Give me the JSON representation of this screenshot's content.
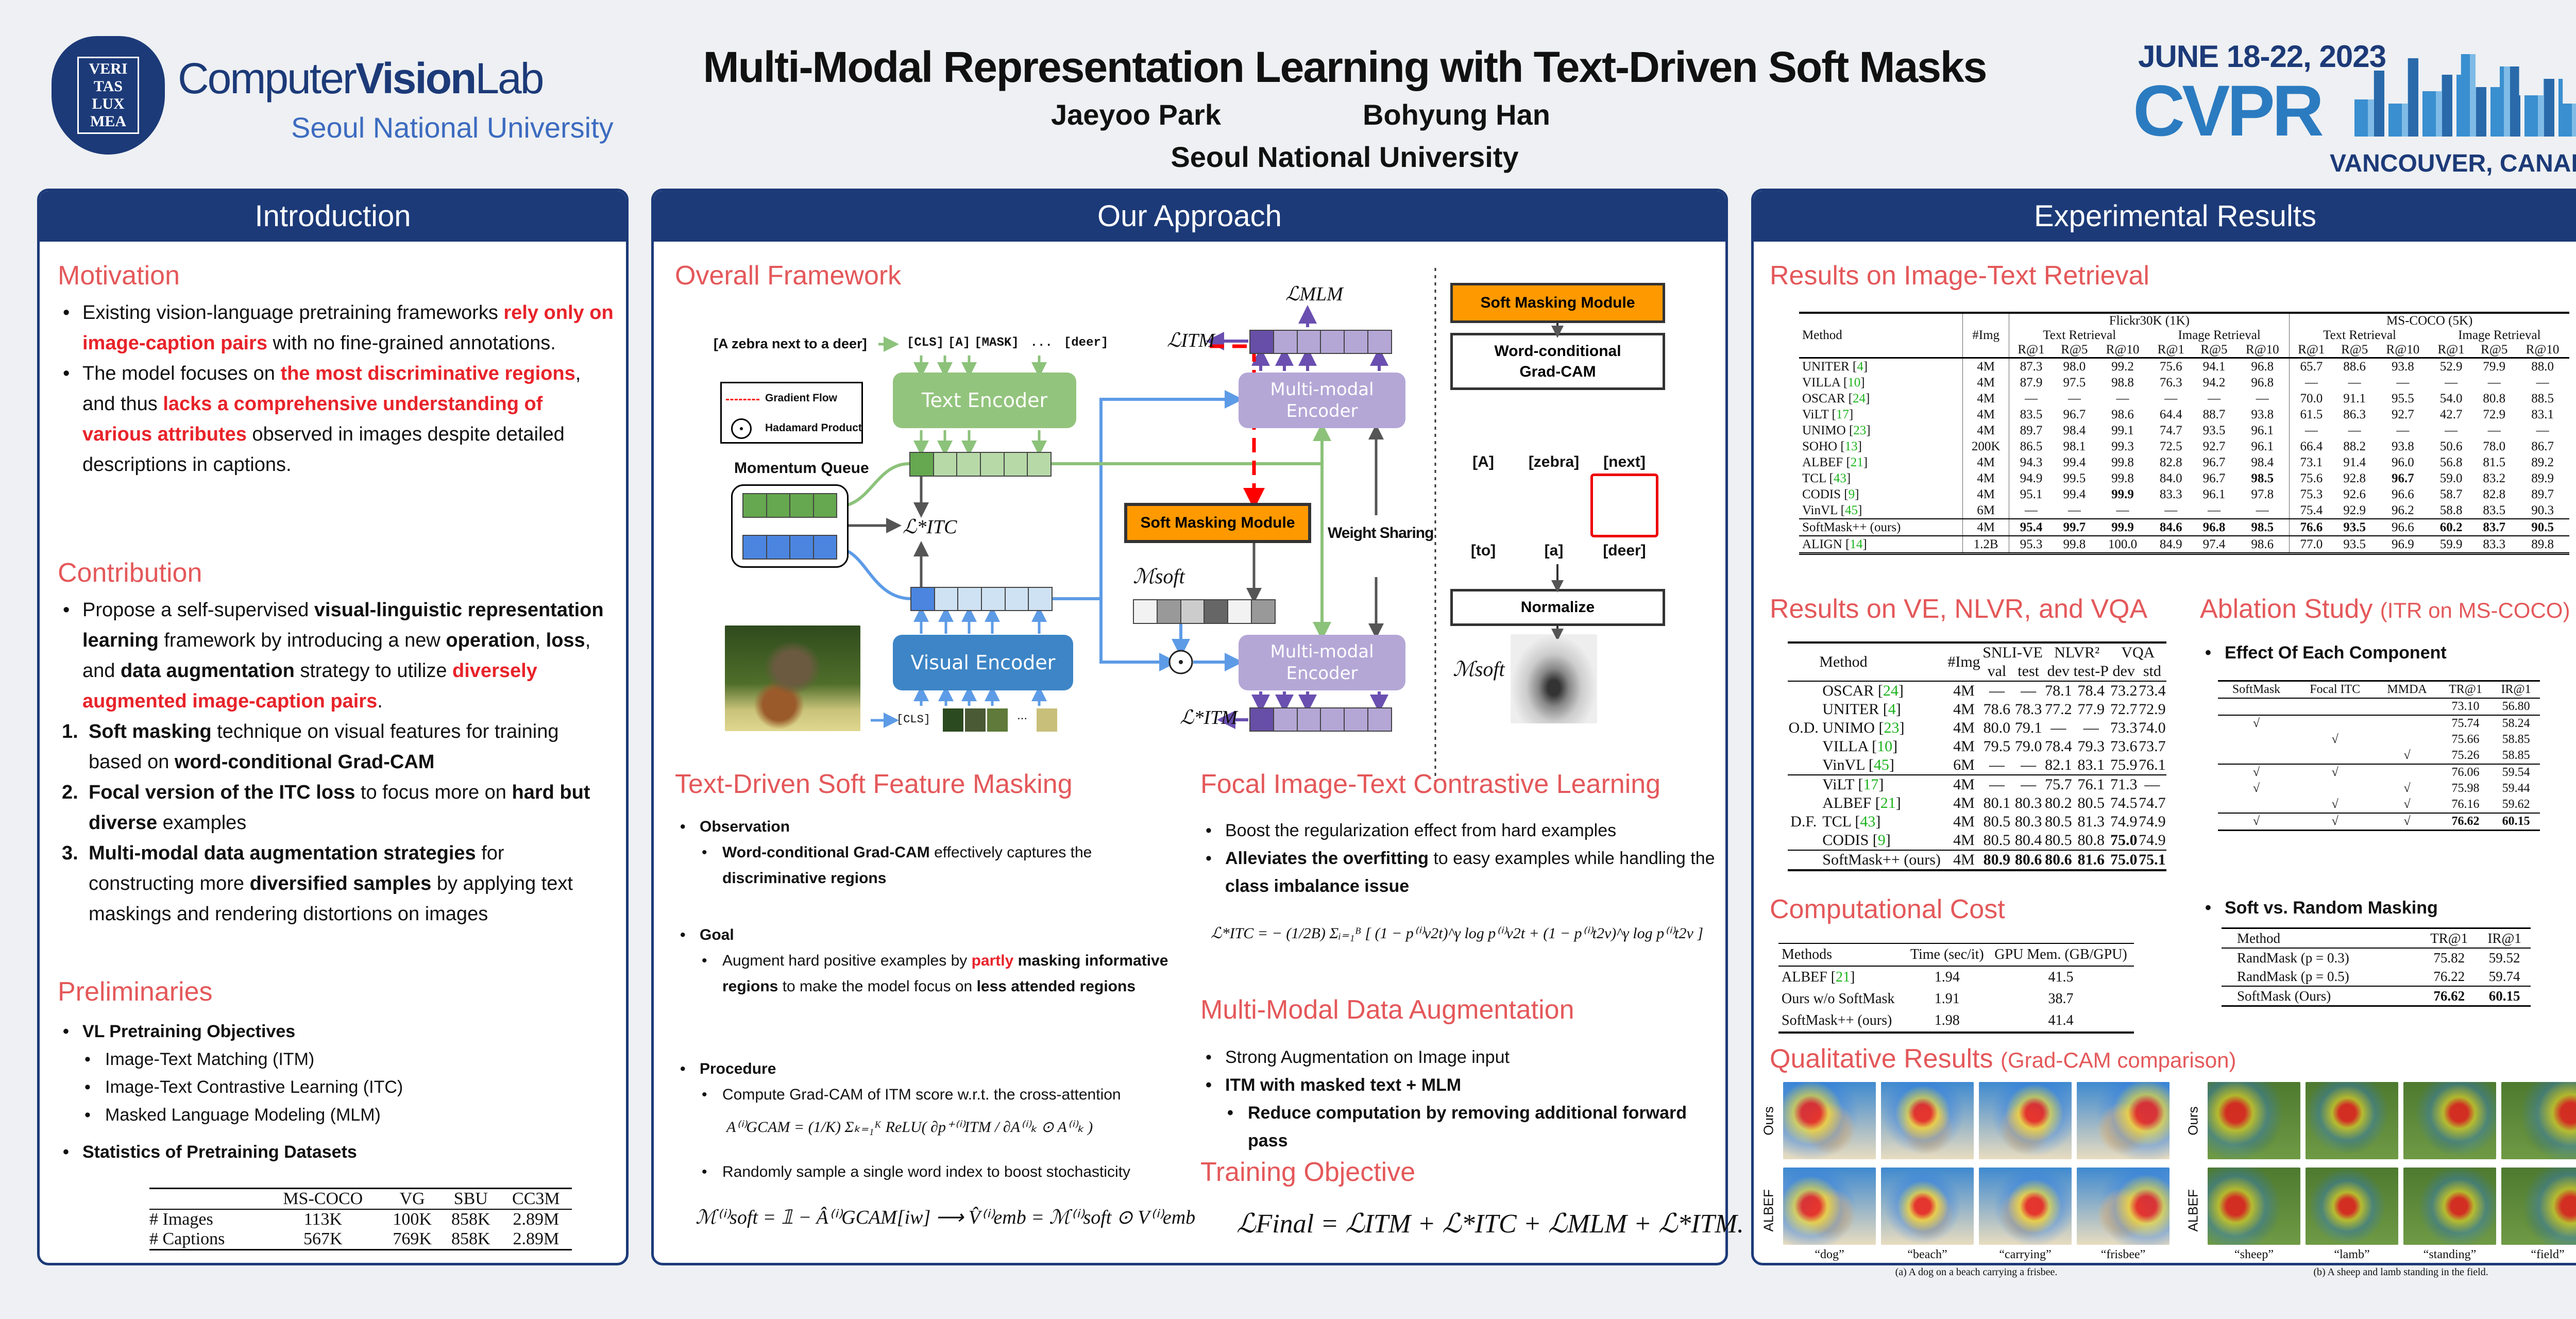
{
  "header": {
    "lab_name_part1": "Computer",
    "lab_name_part2": "Vision",
    "lab_name_part3": "Lab",
    "lab_university": "Seoul National University",
    "seal_text": "VERI TAS LUX MEA",
    "title": "Multi-Modal Representation Learning with Text-Driven Soft Masks",
    "author1": "Jaeyoo Park",
    "author2": "Bohyung Han",
    "affiliation": "Seoul National University",
    "conf_dates": "JUNE 18-22, 2023",
    "conf_name": "CVPR",
    "conf_location": "VANCOUVER, CANADA"
  },
  "intro": {
    "title": "Introduction",
    "motivation_title": "Motivation",
    "motivation": [
      [
        {
          "t": "Existing vision-language pretraining frameworks "
        },
        {
          "t": "rely only on image-caption pairs",
          "s": "red"
        },
        {
          "t": " with no fine-grained annotations."
        }
      ],
      [
        {
          "t": "The model focuses on "
        },
        {
          "t": "the most discriminative regions",
          "s": "red"
        },
        {
          "t": ", and thus "
        },
        {
          "t": "lacks a comprehensive understanding of various attributes",
          "s": "red"
        },
        {
          "t": " observed in images despite detailed descriptions in captions."
        }
      ]
    ],
    "contribution_title": "Contribution",
    "contribution": [
      [
        {
          "t": "Propose a self-supervised "
        },
        {
          "t": "visual-linguistic representation learning",
          "s": "bold"
        },
        {
          "t": " framework by introducing a new "
        },
        {
          "t": "operation",
          "s": "bold"
        },
        {
          "t": ", "
        },
        {
          "t": "loss",
          "s": "bold"
        },
        {
          "t": ", and "
        },
        {
          "t": "data augmentation",
          "s": "bold"
        },
        {
          "t": " strategy to utilize "
        },
        {
          "t": "diversely augmented image-caption pairs",
          "s": "red"
        },
        {
          "t": "."
        }
      ]
    ],
    "contribution_numbered": [
      {
        "n": "1.",
        "segs": [
          {
            "t": "Soft masking",
            "s": "bold"
          },
          {
            "t": " technique on visual features for training based on "
          },
          {
            "t": "word-conditional Grad-CAM",
            "s": "bold"
          }
        ]
      },
      {
        "n": "2.",
        "segs": [
          {
            "t": "Focal version of the ITC loss",
            "s": "bold"
          },
          {
            "t": " to focus more on "
          },
          {
            "t": "hard but diverse",
            "s": "bold"
          },
          {
            "t": " examples"
          }
        ]
      },
      {
        "n": "3.",
        "segs": [
          {
            "t": "Multi-modal data augmentation strategies",
            "s": "bold"
          },
          {
            "t": " for constructing more "
          },
          {
            "t": "diversified samples",
            "s": "bold"
          },
          {
            "t": " by applying text maskings and rendering distortions on images"
          }
        ]
      }
    ],
    "preliminaries_title": "Preliminaries",
    "vl_objectives_label": "VL Pretraining Objectives",
    "vl_objectives": [
      "Image-Text Matching (ITM)",
      "Image-Text Contrastive Learning (ITC)",
      "Masked Language Modeling (MLM)"
    ],
    "stats_label": "Statistics of Pretraining Datasets",
    "stats_table": {
      "columns": [
        "MS-COCO",
        "VG",
        "SBU",
        "CC3M"
      ],
      "rows": [
        {
          "label": "# Images",
          "cells": [
            "113K",
            "100K",
            "858K",
            "2.89M"
          ]
        },
        {
          "label": "# Captions",
          "cells": [
            "567K",
            "769K",
            "858K",
            "2.89M"
          ]
        }
      ]
    }
  },
  "approach": {
    "title": "Our Approach",
    "framework_title": "Overall Framework",
    "diagram": {
      "caption_input": "[A zebra next to a deer]",
      "tokens": [
        "[CLS]",
        "[A]",
        "[MASK]",
        "...",
        "[deer]"
      ],
      "legend_gradient": "Gradient Flow",
      "legend_hadamard": "Hadamard Product",
      "momentum_queue": "Momentum Queue",
      "text_encoder": "Text Encoder",
      "visual_encoder": "Visual Encoder",
      "mm_encoder": "Multi-modal Encoder",
      "soft_masking": "Soft Masking Module",
      "weight_sharing": "Weight Sharing",
      "loss_mlm": "ℒMLM",
      "loss_itm": "ℒITM",
      "loss_itc": "ℒ*ITC",
      "loss_itm_star": "ℒ*ITM",
      "m_soft": "ℳsoft",
      "cls_token": "[CLS]",
      "ellipsis": "...",
      "side_module": "Soft Masking Module",
      "side_gradcam": "Word-conditional Grad-CAM",
      "side_words": [
        "[A]",
        "[zebra]",
        "[next]",
        "[to]",
        "[a]",
        "[deer]"
      ],
      "side_normalize": "Normalize",
      "side_msoft": "ℳsoft"
    },
    "masking_title": "Text-Driven Soft Feature Masking",
    "observation_label": "Observation",
    "observation": [
      {
        "t": "Word-conditional Grad-CAM",
        "s": "bold"
      },
      {
        "t": " effectively captures the "
      },
      {
        "t": "discriminative regions",
        "s": "bold"
      }
    ],
    "goal_label": "Goal",
    "goal": [
      {
        "t": "Augment hard positive examples by "
      },
      {
        "t": "partly",
        "s": "red"
      },
      {
        "t": " "
      },
      {
        "t": "masking informative regions",
        "s": "bold"
      },
      {
        "t": " to make the model focus on "
      },
      {
        "t": "less attended regions",
        "s": "bold"
      }
    ],
    "procedure_label": "Procedure",
    "procedure1": "Compute Grad-CAM of ITM score w.r.t. the cross-attention",
    "formula_gcam": "A⁽ⁱ⁾GCAM = (1/K) Σₖ₌₁ᴷ ReLU( ∂p⁺⁽ⁱ⁾ITM / ∂A⁽ⁱ⁾ₖ ⊙ A⁽ⁱ⁾ₖ )",
    "procedure2": "Randomly sample a single word index to boost stochasticity",
    "formula_msoft": "ℳ⁽ⁱ⁾soft = 𝟙 − Â⁽ⁱ⁾GCAM[iw]  ⟶  V̂⁽ⁱ⁾emb = ℳ⁽ⁱ⁾soft ⊙ V⁽ⁱ⁾emb",
    "focal_title": "Focal Image-Text Contrastive Learning",
    "focal": [
      [
        {
          "t": "Boost the regularization effect from hard examples"
        }
      ],
      [
        {
          "t": "Alleviates the overfitting",
          "s": "bold"
        },
        {
          "t": " to easy examples while handling the "
        },
        {
          "t": "class imbalance issue",
          "s": "bold"
        }
      ]
    ],
    "formula_focal": "ℒ*ITC = − (1/2B) Σᵢ₌₁ᴮ [ (1 − p⁽ⁱ⁾v2t)^γ log p⁽ⁱ⁾v2t + (1 − p⁽ⁱ⁾t2v)^γ log p⁽ⁱ⁾t2v ]",
    "mmda_title": "Multi-Modal Data Augmentation",
    "mmda1": "Strong Augmentation on Image input",
    "mmda2": "ITM with masked text + MLM",
    "mmda3": "Reduce computation by removing additional forward pass",
    "objective_title": "Training Objective",
    "formula_final": "ℒFinal = ℒITM + ℒ*ITC + ℒMLM + ℒ*ITM."
  },
  "results": {
    "title": "Experimental Results",
    "retrieval_title": "Results on Image-Text Retrieval",
    "retrieval": {
      "h_method": "Method",
      "h_img": "#Img",
      "h_flickr": "Flickr30K (1K)",
      "h_coco": "MS-COCO (5K)",
      "h_tr": "Text Retrieval",
      "h_ir": "Image Retrieval",
      "h_metrics": [
        "R@1",
        "R@5",
        "R@10"
      ],
      "rows": [
        {
          "method": "UNITER",
          "ref": "4",
          "cells": [
            "4M",
            "87.3",
            "98.0",
            "99.2",
            "75.6",
            "94.1",
            "96.8",
            "65.7",
            "88.6",
            "93.8",
            "52.9",
            "79.9",
            "88.0"
          ],
          "bold": []
        },
        {
          "method": "VILLA",
          "ref": "10",
          "cells": [
            "4M",
            "87.9",
            "97.5",
            "98.8",
            "76.3",
            "94.2",
            "96.8",
            "—",
            "—",
            "—",
            "—",
            "—",
            "—"
          ],
          "bold": []
        },
        {
          "method": "OSCAR",
          "ref": "24",
          "cells": [
            "4M",
            "—",
            "—",
            "—",
            "—",
            "—",
            "—",
            "70.0",
            "91.1",
            "95.5",
            "54.0",
            "80.8",
            "88.5"
          ],
          "bold": []
        },
        {
          "method": "ViLT",
          "ref": "17",
          "cells": [
            "4M",
            "83.5",
            "96.7",
            "98.6",
            "64.4",
            "88.7",
            "93.8",
            "61.5",
            "86.3",
            "92.7",
            "42.7",
            "72.9",
            "83.1"
          ],
          "bold": []
        },
        {
          "method": "UNIMO",
          "ref": "23",
          "cells": [
            "4M",
            "89.7",
            "98.4",
            "99.1",
            "74.7",
            "93.5",
            "96.1",
            "—",
            "—",
            "—",
            "—",
            "—",
            "—"
          ],
          "bold": []
        },
        {
          "method": "SOHO",
          "ref": "13",
          "cells": [
            "200K",
            "86.5",
            "98.1",
            "99.3",
            "72.5",
            "92.7",
            "96.1",
            "66.4",
            "88.2",
            "93.8",
            "50.6",
            "78.0",
            "86.7"
          ],
          "bold": []
        },
        {
          "method": "ALBEF",
          "ref": "21",
          "cells": [
            "4M",
            "94.3",
            "99.4",
            "99.8",
            "82.8",
            "96.7",
            "98.4",
            "73.1",
            "91.4",
            "96.0",
            "56.8",
            "81.5",
            "89.2"
          ],
          "bold": []
        },
        {
          "method": "TCL",
          "ref": "43",
          "cells": [
            "4M",
            "94.9",
            "99.5",
            "99.8",
            "84.0",
            "96.7",
            "98.5",
            "75.6",
            "92.8",
            "96.7",
            "59.0",
            "83.2",
            "89.9"
          ],
          "bold": [
            6,
            9
          ]
        },
        {
          "method": "CODIS",
          "ref": "9",
          "cells": [
            "4M",
            "95.1",
            "99.4",
            "99.9",
            "83.3",
            "96.1",
            "97.8",
            "75.3",
            "92.6",
            "96.6",
            "58.7",
            "82.8",
            "89.7"
          ],
          "bold": [
            3
          ]
        },
        {
          "method": "VinVL",
          "ref": "45",
          "cells": [
            "6M",
            "—",
            "—",
            "—",
            "—",
            "—",
            "—",
            "75.4",
            "92.9",
            "96.2",
            "58.8",
            "83.5",
            "90.3"
          ],
          "bold": []
        },
        {
          "method": "SoftMask++ (ours)",
          "ref": "",
          "cells": [
            "4M",
            "95.4",
            "99.7",
            "99.9",
            "84.6",
            "96.8",
            "98.5",
            "76.6",
            "93.5",
            "96.6",
            "60.2",
            "83.7",
            "90.5"
          ],
          "bold": [
            1,
            2,
            3,
            4,
            5,
            6,
            7,
            8,
            10,
            11,
            12
          ],
          "sep": true
        },
        {
          "method": "ALIGN",
          "ref": "14",
          "cells": [
            "1.2B",
            "95.3",
            "99.8",
            "100.0",
            "84.9",
            "97.4",
            "98.6",
            "77.0",
            "93.5",
            "96.9",
            "59.9",
            "83.3",
            "89.8"
          ],
          "bold": [],
          "sep": true
        }
      ]
    },
    "ve_title": "Results on VE, NLVR, and VQA",
    "ve": {
      "h_method": "Method",
      "h_img": "#Img",
      "h_snli": "SNLI-VE",
      "h_nlvr": "NLVR²",
      "h_vqa": "VQA",
      "h_sub": [
        "val",
        "test",
        "dev",
        "test-P",
        "dev",
        "std"
      ],
      "rows": [
        {
          "group": "",
          "method": "OSCAR",
          "ref": "24",
          "cells": [
            "4M",
            "—",
            "—",
            "78.1",
            "78.4",
            "73.2",
            "73.4"
          ],
          "bold": []
        },
        {
          "group": "",
          "method": "UNITER",
          "ref": "4",
          "cells": [
            "4M",
            "78.6",
            "78.3",
            "77.2",
            "77.9",
            "72.7",
            "72.9"
          ],
          "bold": []
        },
        {
          "group": "O.D.",
          "method": "UNIMO",
          "ref": "23",
          "cells": [
            "4M",
            "80.0",
            "79.1",
            "—",
            "—",
            "73.3",
            "74.0"
          ],
          "bold": []
        },
        {
          "group": "",
          "method": "VILLA",
          "ref": "10",
          "cells": [
            "4M",
            "79.5",
            "79.0",
            "78.4",
            "79.3",
            "73.6",
            "73.7"
          ],
          "bold": []
        },
        {
          "group": "",
          "method": "VinVL",
          "ref": "45",
          "cells": [
            "6M",
            "—",
            "—",
            "82.1",
            "83.1",
            "75.9",
            "76.1"
          ],
          "bold": []
        },
        {
          "group": "",
          "method": "ViLT",
          "ref": "17",
          "cells": [
            "4M",
            "—",
            "—",
            "75.7",
            "76.1",
            "71.3",
            "—"
          ],
          "bold": [],
          "sep": true
        },
        {
          "group": "",
          "method": "ALBEF",
          "ref": "21",
          "cells": [
            "4M",
            "80.1",
            "80.3",
            "80.2",
            "80.5",
            "74.5",
            "74.7"
          ],
          "bold": []
        },
        {
          "group": "D.F.",
          "method": "TCL",
          "ref": "43",
          "cells": [
            "4M",
            "80.5",
            "80.3",
            "80.5",
            "81.3",
            "74.9",
            "74.9"
          ],
          "bold": []
        },
        {
          "group": "",
          "method": "CODIS",
          "ref": "9",
          "cells": [
            "4M",
            "80.5",
            "80.4",
            "80.5",
            "80.8",
            "75.0",
            "74.9"
          ],
          "bold": [
            5
          ]
        },
        {
          "group": "",
          "method": "SoftMask++ (ours)",
          "ref": "",
          "cells": [
            "4M",
            "80.9",
            "80.6",
            "80.6",
            "81.6",
            "75.0",
            "75.1"
          ],
          "bold": [
            1,
            2,
            3,
            4,
            5,
            6
          ],
          "sep": true
        }
      ]
    },
    "ablation_title": "Ablation Study",
    "ablation_subtitle": "(ITR on MS-COCO)",
    "effect_label": "Effect Of Each Component",
    "effect": {
      "columns": [
        "SoftMask",
        "Focal ITC",
        "MMDA",
        "TR@1",
        "IR@1"
      ],
      "check": "√",
      "rows": [
        {
          "c": [
            false,
            false,
            false
          ],
          "tr": "73.10",
          "ir": "56.80",
          "bold": false,
          "sep": false
        },
        {
          "c": [
            true,
            false,
            false
          ],
          "tr": "75.74",
          "ir": "58.24",
          "bold": false,
          "sep": true
        },
        {
          "c": [
            false,
            true,
            false
          ],
          "tr": "75.66",
          "ir": "58.85",
          "bold": false,
          "sep": false
        },
        {
          "c": [
            false,
            false,
            true
          ],
          "tr": "75.26",
          "ir": "58.85",
          "bold": false,
          "sep": false
        },
        {
          "c": [
            true,
            true,
            false
          ],
          "tr": "76.06",
          "ir": "59.54",
          "bold": false,
          "sep": true
        },
        {
          "c": [
            true,
            false,
            true
          ],
          "tr": "75.98",
          "ir": "59.44",
          "bold": false,
          "sep": false
        },
        {
          "c": [
            false,
            true,
            true
          ],
          "tr": "76.16",
          "ir": "59.62",
          "bold": false,
          "sep": false
        },
        {
          "c": [
            true,
            true,
            true
          ],
          "tr": "76.62",
          "ir": "60.15",
          "bold": true,
          "sep": true
        }
      ]
    },
    "random_label": "Soft vs. Random Masking",
    "random": {
      "columns": [
        "Method",
        "TR@1",
        "IR@1"
      ],
      "rows": [
        {
          "m": "RandMask (p = 0.3)",
          "tr": "75.82",
          "ir": "59.52",
          "bold": false
        },
        {
          "m": "RandMask (p = 0.5)",
          "tr": "76.22",
          "ir": "59.74",
          "bold": false
        },
        {
          "m": "SoftMask (Ours)",
          "tr": "76.62",
          "ir": "60.15",
          "bold": true
        }
      ]
    },
    "cost_title": "Computational Cost",
    "cost": {
      "columns": [
        "Methods",
        "Time (sec/it)",
        "GPU Mem. (GB/GPU)"
      ],
      "rows": [
        {
          "m": "ALBEF",
          "ref": "21",
          "t": "1.94",
          "g": "41.5"
        },
        {
          "m": "Ours w/o SoftMask",
          "ref": "",
          "t": "1.91",
          "g": "38.7"
        },
        {
          "m": "SoftMask++ (ours)",
          "ref": "",
          "t": "1.98",
          "g": "41.4"
        }
      ]
    },
    "qual_title": "Qualitative Results",
    "qual_subtitle": "(Grad-CAM comparison)",
    "qual_row_labels": [
      "Ours",
      "ALBEF"
    ],
    "qual_a_words": [
      "“dog”",
      "“beach”",
      "“carrying”",
      "“frisbee”"
    ],
    "qual_a_caption": "(a) A dog on a beach carrying a frisbee.",
    "qual_b_words": [
      "“sheep”",
      "“lamb”",
      "“standing”",
      "“field”"
    ],
    "qual_b_caption": "(b) A sheep and lamb standing in the field."
  }
}
